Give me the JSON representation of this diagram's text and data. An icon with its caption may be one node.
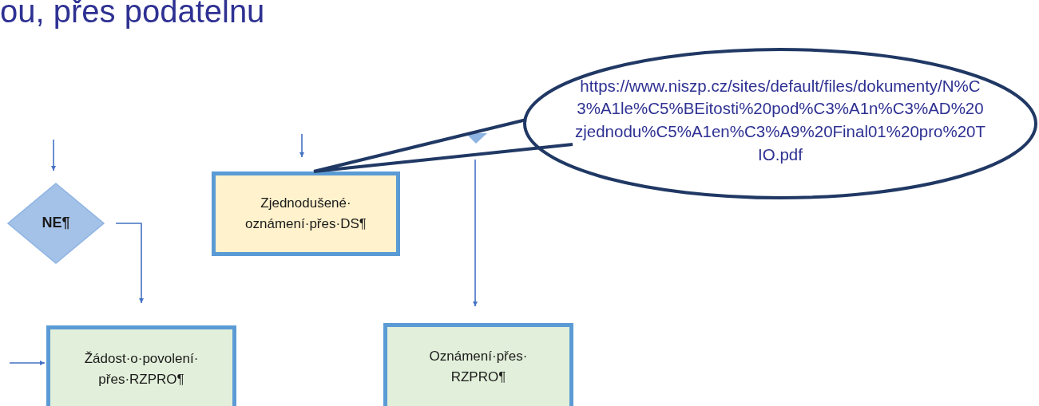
{
  "diagram": {
    "title": "ou, přes podatelnu",
    "nodes": [
      {
        "text": [
          "NE¶"
        ]
      },
      {
        "text": [
          "Zjednodušené· oznámení·přes·DS¶"
        ]
      },
      {
        "text": [
          "https://www.niszp.cz/sites/default/files/dokumenty/N%C3%A1le%C5%BEitosti%20pod%C3%A1n%C3%AD%20zjednodu%C5%A1en%C3%A9%20Final01%20pro%20TIO.pdf"
        ]
      },
      {
        "text": [
          "Žádost·o·povolení· přes·RZPRO¶"
        ]
      },
      {
        "text": [
          "Oznámení·přes· RZPRO¶"
        ]
      }
    ],
    "edges": [
      {
        "from": null,
        "to": 0,
        "arrow": "to"
      },
      {
        "from": null,
        "to": 1,
        "arrow": "to"
      },
      {
        "from": 2,
        "to": 1,
        "arrow": "none",
        "style": "thick",
        "color": "#203864"
      },
      {
        "from": 0,
        "to": 3,
        "arrow": "to"
      },
      {
        "from": null,
        "to": 4,
        "arrow": "to"
      },
      {
        "from": null,
        "to": 3,
        "arrow": "to"
      }
    ]
  }
}
